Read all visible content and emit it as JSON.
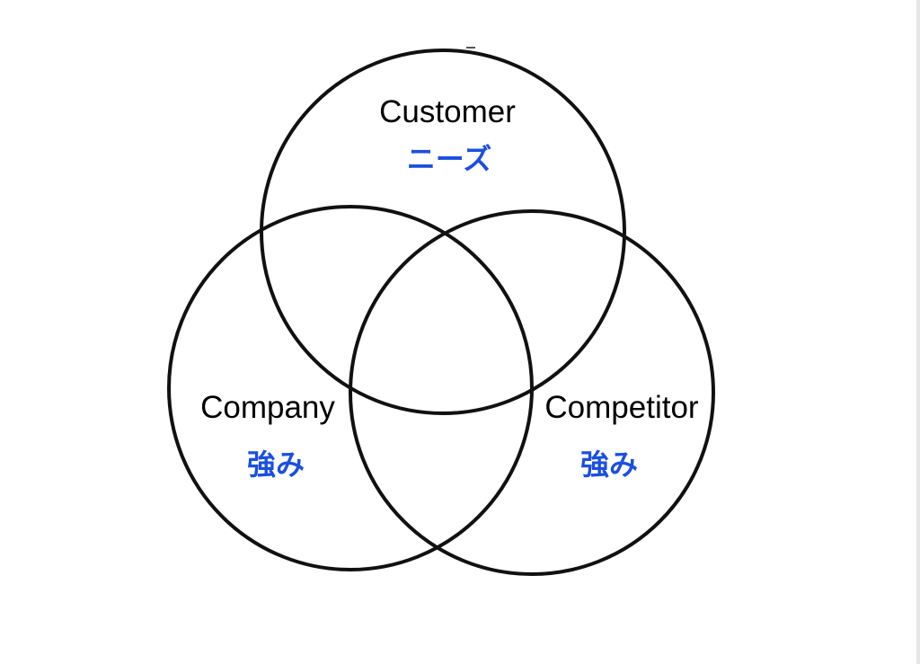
{
  "diagram": {
    "type": "venn-3",
    "stroke_color": "#111111",
    "label_color": "#000000",
    "sub_color": "#1a4fe0",
    "sets": [
      {
        "id": "customer",
        "label": "Customer",
        "sub": "ニーズ"
      },
      {
        "id": "company",
        "label": "Company",
        "sub": "強み"
      },
      {
        "id": "competitor",
        "label": "Competitor",
        "sub": "強み"
      }
    ]
  }
}
